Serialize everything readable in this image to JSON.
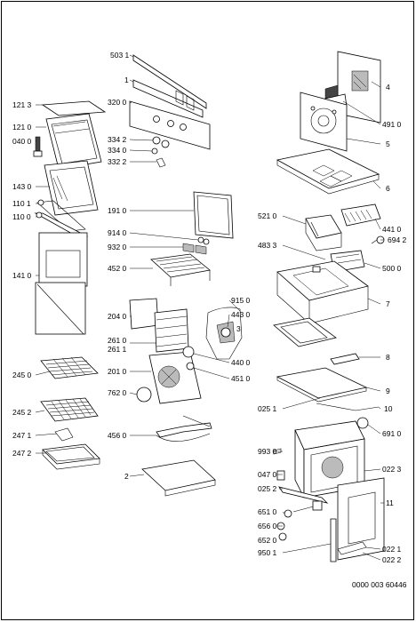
{
  "diagram": {
    "labels": {
      "l5031": "503 1",
      "l1": "1",
      "l3200": "320 0",
      "l3342": "334 2",
      "l3340": "334 0",
      "l3322": "332 2",
      "l1213": "121 3",
      "l1210": "121 0",
      "l0400": "040 0",
      "l1430": "143 0",
      "l1101": "110 1",
      "l1100": "110 0",
      "l1410": "141 0",
      "l2450": "245 0",
      "l2452": "245 2",
      "l2471": "247 1",
      "l2472": "247 2",
      "l1910": "191 0",
      "l9140": "914 0",
      "l9320": "932 0",
      "l4520": "452 0",
      "l2040": "204 0",
      "l2610": "261 0",
      "l2611": "261 1",
      "l2010": "201 0",
      "l7620": "762 0",
      "l4560": "456 0",
      "l2": "2",
      "l4": "4",
      "l4910": "491 0",
      "l5": "5",
      "l6": "6",
      "l5210": "521 0",
      "l4410": "441 0",
      "l6942": "694 2",
      "l4833": "483 3",
      "l5000": "500 0",
      "l7": "7",
      "l9150": "915 0",
      "l4430": "443 0",
      "l3": "3",
      "l4400": "440 0",
      "l4510": "451 0",
      "l8": "8",
      "l9": "9",
      "l0251": "025 1",
      "l10": "10",
      "l6910": "691 0",
      "l9930": "993 0",
      "l0223": "022 3",
      "l0470": "047 0",
      "l0252": "025 2",
      "l11": "11",
      "l6510": "651 0",
      "l6560": "656 0",
      "l6520": "652 0",
      "l9501": "950 1",
      "l0221": "022 1",
      "l0222": "022 2"
    },
    "footer_code": "0000 003 60446"
  }
}
